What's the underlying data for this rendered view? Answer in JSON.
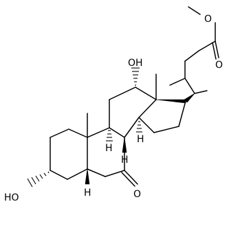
{
  "diagram": {
    "type": "chemical-structure",
    "atom_labels": {
      "ester_oxygen": "O",
      "carbonyl_oxygen_side_chain": "O",
      "hydroxyl_c12": "OH",
      "hydroxyl_c3": "HO",
      "ketone_oxygen_c7": "O",
      "h_c9": "H",
      "h_c8": "H",
      "h_c14": "H",
      "h_c5": "H"
    }
  }
}
